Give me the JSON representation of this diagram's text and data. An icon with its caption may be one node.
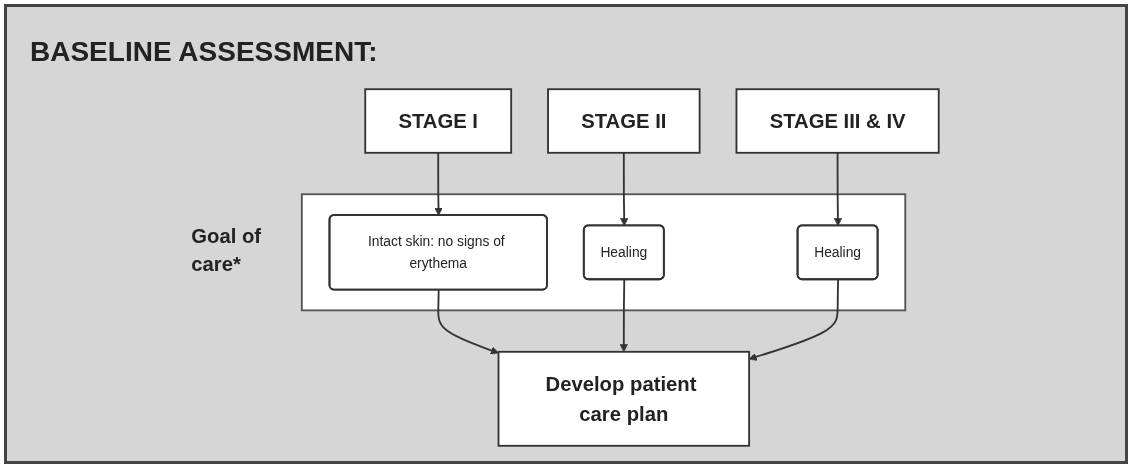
{
  "diagram": {
    "title": "BASELINE ASSESSMENT:",
    "nodes": [
      {
        "text": [
          "STAGE I"
        ]
      },
      {
        "text": [
          "STAGE II"
        ]
      },
      {
        "text": [
          "STAGE III & IV"
        ]
      },
      {
        "text": [
          "Goal of care*"
        ]
      },
      {
        "text": [
          "Intact skin: no signs of erythema"
        ],
        "in": 3
      },
      {
        "text": [
          "Healing"
        ],
        "in": 3
      },
      {
        "text": [
          "Healing"
        ],
        "in": 3
      },
      {
        "text": [
          "Develop patient care plan"
        ]
      }
    ],
    "edges": [
      {
        "from": 0,
        "to": 4,
        "arrow": "to"
      },
      {
        "from": 1,
        "to": 5,
        "arrow": "to"
      },
      {
        "from": 2,
        "to": 6,
        "arrow": "to"
      },
      {
        "from": 4,
        "to": 7,
        "arrow": "to"
      },
      {
        "from": 5,
        "to": 7,
        "arrow": "to"
      },
      {
        "from": 6,
        "to": 7,
        "arrow": "to"
      }
    ]
  }
}
